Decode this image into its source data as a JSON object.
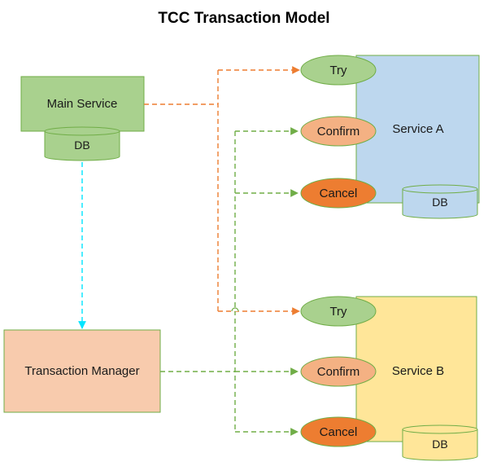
{
  "title": "TCC Transaction Model",
  "main_service": {
    "label": "Main Service",
    "db_label": "DB"
  },
  "transaction_manager": {
    "label": "Transaction Manager"
  },
  "service_a": {
    "label": "Service A",
    "db_label": "DB",
    "try_label": "Try",
    "confirm_label": "Confirm",
    "cancel_label": "Cancel"
  },
  "service_b": {
    "label": "Service B",
    "db_label": "DB",
    "try_label": "Try",
    "confirm_label": "Confirm",
    "cancel_label": "Cancel"
  },
  "colors": {
    "main_service_fill": "#a9d18e",
    "main_service_stroke": "#70ad47",
    "transaction_manager_fill": "#f8cbad",
    "transaction_manager_stroke": "#ed7d31",
    "service_a_fill": "#bdd7ee",
    "service_b_fill": "#ffe699",
    "service_stroke": "#70ad47",
    "try_fill": "#a9d18e",
    "confirm_fill": "#f4b183",
    "cancel_fill": "#ed7d31",
    "orange_arrow": "#ed7d31",
    "green_arrow": "#70ad47",
    "cyan_arrow": "#00e5ff"
  }
}
